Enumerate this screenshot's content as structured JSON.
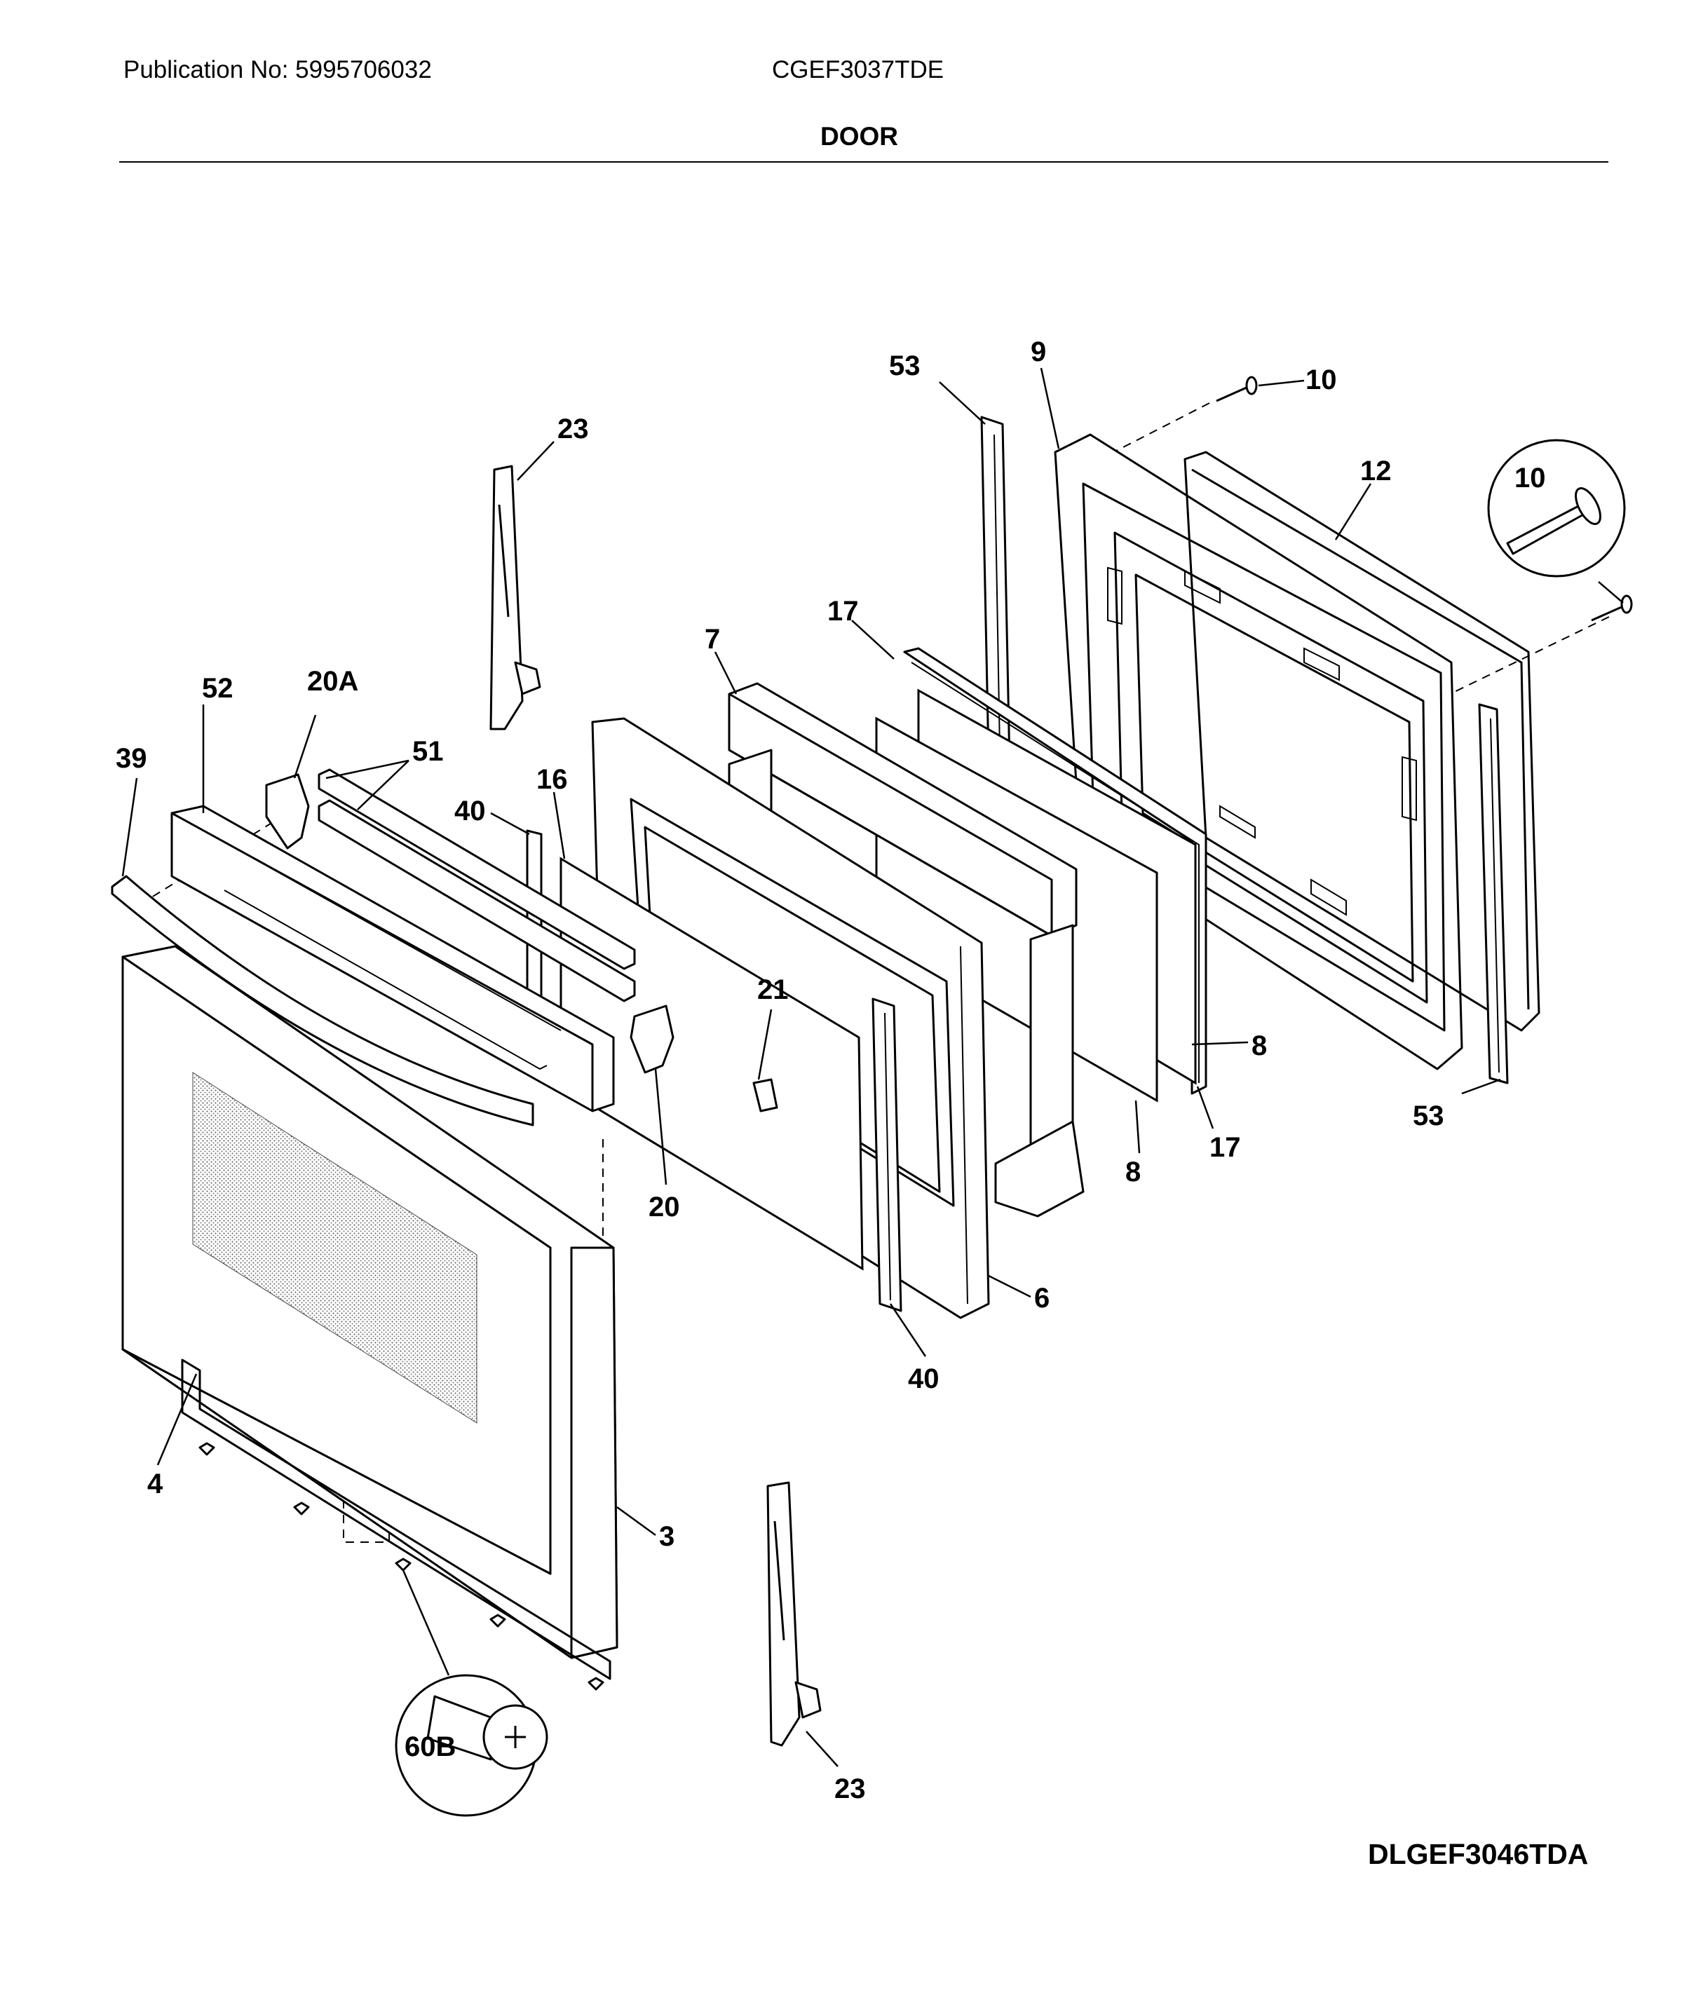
{
  "header": {
    "publication": "Publication No: 5995706032",
    "model": "CGEF3037TDE",
    "section": "DOOR"
  },
  "footer": {
    "diagram_id": "DLGEF3046TDA"
  },
  "callouts": {
    "c53a": "53",
    "c9": "9",
    "c10a": "10",
    "c12": "12",
    "c10d": "10",
    "c23a": "23",
    "c17a": "17",
    "c7": "7",
    "c20a": "20A",
    "c52": "52",
    "c51": "51",
    "c39": "39",
    "c16": "16",
    "c40a": "40",
    "c21": "21",
    "c8a": "8",
    "c17b": "17",
    "c8b": "8",
    "c53b": "53",
    "c20": "20",
    "c6": "6",
    "c40b": "40",
    "c4": "4",
    "c3": "3",
    "c60b": "60B",
    "c23b": "23"
  }
}
